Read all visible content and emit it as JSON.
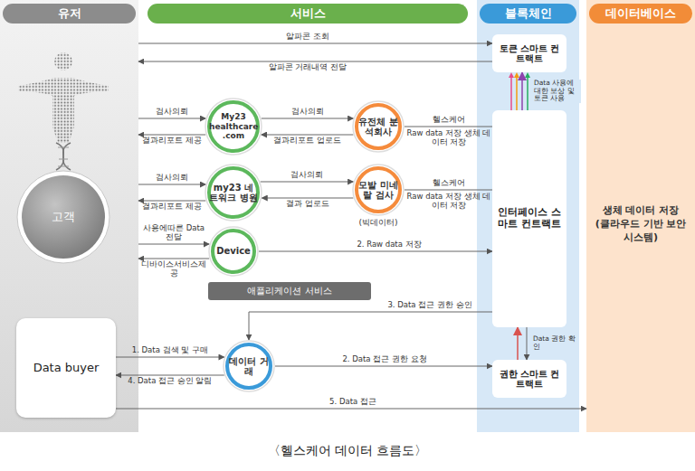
{
  "diagram": {
    "caption": "〈헬스케어 데이터 흐름도〉",
    "nodes": [
      {
        "text": [
          "유저"
        ]
      },
      {
        "text": [
          "서비스"
        ]
      },
      {
        "text": [
          "블록체인"
        ]
      },
      {
        "text": [
          "데이터베이스",
          "생체 데이터 저장 (클라우드 기반 보안 시스템)"
        ]
      },
      {
        "text": [
          "고객"
        ],
        "in": 0
      },
      {
        "text": [
          "Data buyer"
        ],
        "in": 0
      },
      {
        "text": [
          "My23 healthcare .com"
        ],
        "in": 1
      },
      {
        "text": [
          "유전체 분석회사"
        ],
        "in": 1
      },
      {
        "text": [
          "my23 네트워크 병원"
        ],
        "in": 1
      },
      {
        "text": [
          "모발 미네랄 검사",
          "(빅데이터)"
        ],
        "in": 1
      },
      {
        "text": [
          "Device"
        ],
        "in": 1
      },
      {
        "text": [
          "애플리케이션 서비스"
        ],
        "in": 1
      },
      {
        "text": [
          "데이터 거래"
        ],
        "in": 1
      },
      {
        "text": [
          "토큰 스마트 컨트랙트"
        ],
        "in": 2
      },
      {
        "text": [
          "인터페이스 스마트 컨트랙트"
        ],
        "in": 2
      },
      {
        "text": [
          "권한 스마트 컨트랙트"
        ],
        "in": 2
      }
    ],
    "edges": [
      {
        "from": 0,
        "to": 13,
        "arrow": "to",
        "label": "알파콘 조회"
      },
      {
        "from": 13,
        "to": 0,
        "arrow": "to",
        "label": "알파콘 거래내역 전달"
      },
      {
        "from": 0,
        "to": 6,
        "arrow": "to",
        "label": "검사의뢰"
      },
      {
        "from": 6,
        "to": 0,
        "arrow": "to",
        "label": "결과리포트 제공"
      },
      {
        "from": 6,
        "to": 7,
        "arrow": "to",
        "label": "검사의뢰"
      },
      {
        "from": 7,
        "to": 6,
        "arrow": "to",
        "label": "결과리포트 업로드"
      },
      {
        "from": 0,
        "to": 8,
        "arrow": "to",
        "label": "검사의뢰"
      },
      {
        "from": 8,
        "to": 0,
        "arrow": "to",
        "label": "결과리포트 제공"
      },
      {
        "from": 8,
        "to": 9,
        "arrow": "to",
        "label": "검사의뢰"
      },
      {
        "from": 9,
        "to": 8,
        "arrow": "to",
        "label": "결과 업로드"
      },
      {
        "from": 7,
        "to": 14,
        "arrow": "none",
        "label": "헬스케어"
      },
      {
        "from": 9,
        "to": 14,
        "arrow": "none",
        "label": "헬스케어"
      },
      {
        "from": 0,
        "to": 10,
        "arrow": "to",
        "label": "사용에따른 Data 전달"
      },
      {
        "from": 10,
        "to": 0,
        "arrow": "to",
        "label": "디바이스서비스제공"
      },
      {
        "from": 10,
        "to": 14,
        "arrow": "to",
        "label": "2. Raw data 저장"
      },
      {
        "from": 14,
        "to": 12,
        "arrow": "to",
        "label": "3. Data 접근 권한 승인"
      },
      {
        "from": 5,
        "to": 12,
        "arrow": "to",
        "label": "1. Data 검색 및 구매"
      },
      {
        "from": 12,
        "to": 5,
        "arrow": "to",
        "label": "4. Data 접근 승인 알림"
      },
      {
        "from": 12,
        "to": 15,
        "arrow": "to",
        "label": "2. Data 접근 권한 요청"
      },
      {
        "from": 5,
        "to": 3,
        "arrow": "to",
        "label": "5. Data 접근"
      },
      {
        "from": 15,
        "to": 14,
        "arrow": "to"
      },
      {
        "from": 14,
        "to": 15,
        "arrow": "to",
        "label": "Data 권한 확인"
      },
      {
        "from": 14,
        "to": 13,
        "arrow": "to",
        "label": "Data 사용에 대한 보상 및 토큰 사용"
      }
    ],
    "labels": [
      "Raw data 저장 생체 데이터 저장",
      "Raw data 저장 생체 데이터 저장"
    ]
  }
}
